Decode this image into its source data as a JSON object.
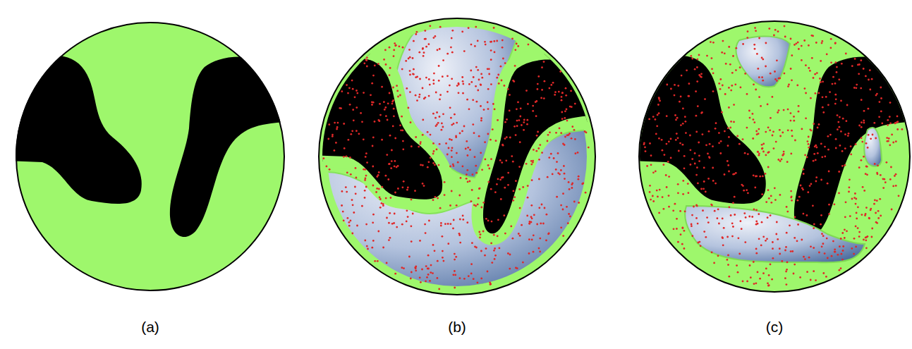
{
  "diagram": {
    "labels": [
      "(a)",
      "(b)",
      "(c)"
    ]
  }
}
